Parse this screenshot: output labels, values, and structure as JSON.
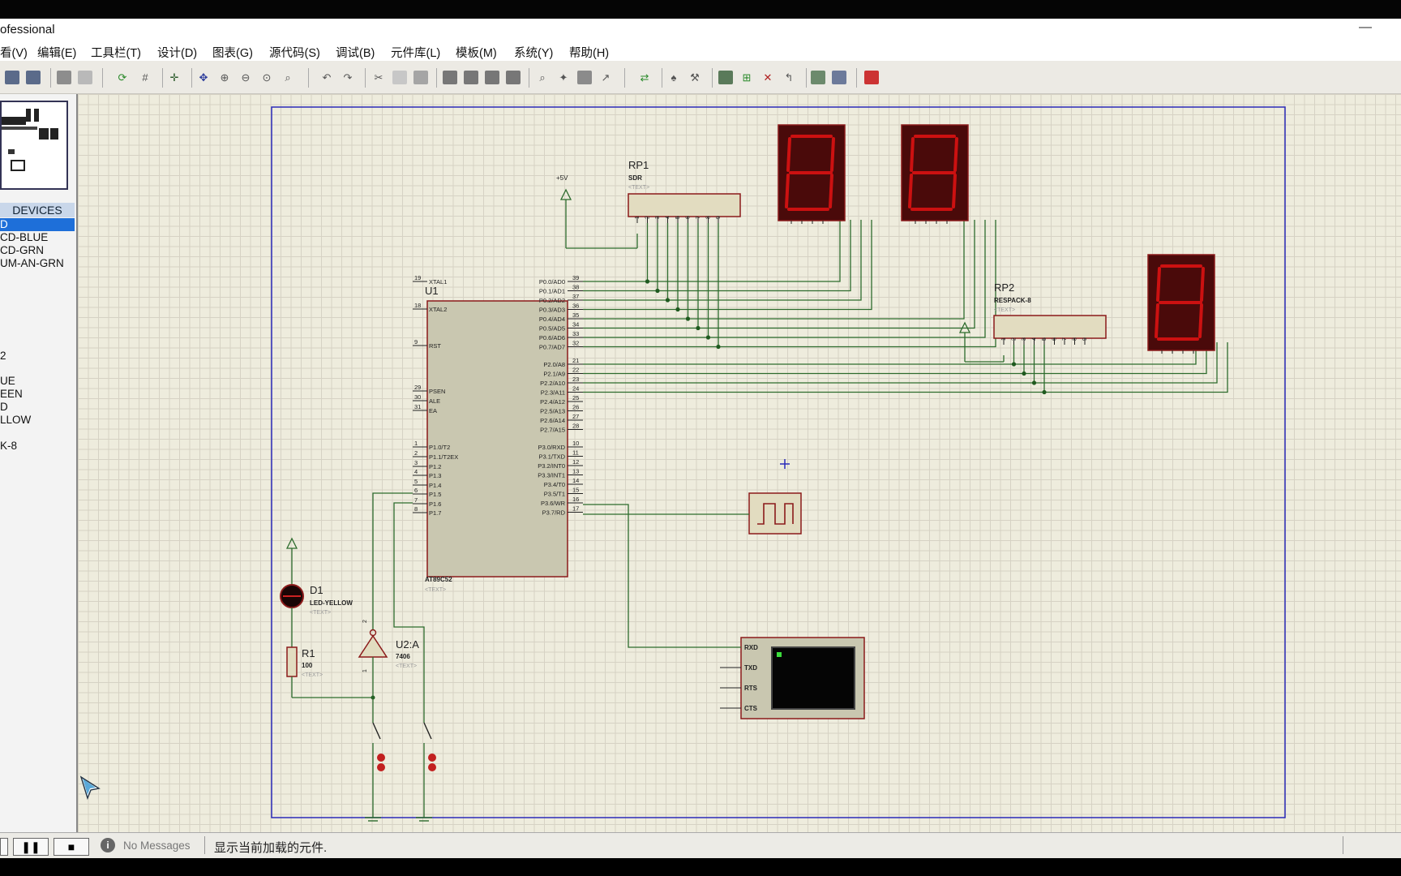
{
  "window": {
    "title": "ofessional"
  },
  "menu": [
    {
      "label": "看(V)"
    },
    {
      "label": "编辑(E)"
    },
    {
      "label": "工具栏(T)"
    },
    {
      "label": "设计(D)"
    },
    {
      "label": "图表(G)"
    },
    {
      "label": "源代码(S)"
    },
    {
      "label": "调试(B)"
    },
    {
      "label": "元件库(L)"
    },
    {
      "label": "模板(M)"
    },
    {
      "label": "系统(Y)"
    },
    {
      "label": "帮助(H)"
    }
  ],
  "sidebar": {
    "header": "DEVICES",
    "items": [
      {
        "label": "D"
      },
      {
        "label": "CD-BLUE"
      },
      {
        "label": "CD-GRN"
      },
      {
        "label": "UM-AN-GRN"
      },
      {
        "label": "2"
      },
      {
        "label": "UE"
      },
      {
        "label": "EEN"
      },
      {
        "label": "D"
      },
      {
        "label": "LLOW"
      },
      {
        "label": "K-8"
      }
    ]
  },
  "schematic": {
    "power_label": "+5V",
    "rp1": {
      "ref": "RP1",
      "value": "SDR",
      "text": "<TEXT>",
      "pins": [
        "1",
        "2",
        "3",
        "4",
        "5",
        "6",
        "7",
        "8",
        "9"
      ]
    },
    "rp2": {
      "ref": "RP2",
      "value": "RESPACK-8",
      "text": "<TEXT>",
      "pins": [
        "1",
        "2",
        "3",
        "4",
        "5",
        "6",
        "7",
        "8",
        "9"
      ]
    },
    "u1": {
      "ref": "U1",
      "part": "AT89C52",
      "text": "<TEXT>",
      "left_pins": [
        {
          "num": "19",
          "name": "XTAL1"
        },
        {
          "num": "18",
          "name": "XTAL2"
        },
        {
          "num": "9",
          "name": "RST"
        },
        {
          "num": "29",
          "name": "PSEN"
        },
        {
          "num": "30",
          "name": "ALE"
        },
        {
          "num": "31",
          "name": "EA"
        },
        {
          "num": "1",
          "name": "P1.0/T2"
        },
        {
          "num": "2",
          "name": "P1.1/T2EX"
        },
        {
          "num": "3",
          "name": "P1.2"
        },
        {
          "num": "4",
          "name": "P1.3"
        },
        {
          "num": "5",
          "name": "P1.4"
        },
        {
          "num": "6",
          "name": "P1.5"
        },
        {
          "num": "7",
          "name": "P1.6"
        },
        {
          "num": "8",
          "name": "P1.7"
        }
      ],
      "right_pins": [
        {
          "num": "39",
          "name": "P0.0/AD0"
        },
        {
          "num": "38",
          "name": "P0.1/AD1"
        },
        {
          "num": "37",
          "name": "P0.2/AD2"
        },
        {
          "num": "36",
          "name": "P0.3/AD3"
        },
        {
          "num": "35",
          "name": "P0.4/AD4"
        },
        {
          "num": "34",
          "name": "P0.5/AD5"
        },
        {
          "num": "33",
          "name": "P0.6/AD6"
        },
        {
          "num": "32",
          "name": "P0.7/AD7"
        },
        {
          "num": "21",
          "name": "P2.0/A8"
        },
        {
          "num": "22",
          "name": "P2.1/A9"
        },
        {
          "num": "23",
          "name": "P2.2/A10"
        },
        {
          "num": "24",
          "name": "P2.3/A11"
        },
        {
          "num": "25",
          "name": "P2.4/A12"
        },
        {
          "num": "26",
          "name": "P2.5/A13"
        },
        {
          "num": "27",
          "name": "P2.6/A14"
        },
        {
          "num": "28",
          "name": "P2.7/A15"
        },
        {
          "num": "10",
          "name": "P3.0/RXD"
        },
        {
          "num": "11",
          "name": "P3.1/TXD"
        },
        {
          "num": "12",
          "name": "P3.2/INT0"
        },
        {
          "num": "13",
          "name": "P3.3/INT1"
        },
        {
          "num": "14",
          "name": "P3.4/T0"
        },
        {
          "num": "15",
          "name": "P3.5/T1"
        },
        {
          "num": "16",
          "name": "P3.6/WR"
        },
        {
          "num": "17",
          "name": "P3.7/RD"
        }
      ]
    },
    "d1": {
      "ref": "D1",
      "value": "LED-YELLOW",
      "text": "<TEXT>"
    },
    "r1": {
      "ref": "R1",
      "value": "100",
      "text": "<TEXT>"
    },
    "u2a": {
      "ref": "U2:A",
      "value": "7406",
      "text": "<TEXT>",
      "pin_in": "1",
      "pin_out": "2"
    },
    "terminal": {
      "pins": [
        "RXD",
        "TXD",
        "RTS",
        "CTS"
      ]
    },
    "display_digit": "8"
  },
  "status": {
    "messages": "No Messages",
    "hint": "显示当前加载的元件."
  },
  "colors": {
    "wire": "#2d6b2d",
    "component_outline": "#8b1a1a",
    "component_fill": "#c9c7b0",
    "sheet_border": "#2a2ab8",
    "segment_on": "#cc1111",
    "segment_bg": "#4a0a0a"
  }
}
